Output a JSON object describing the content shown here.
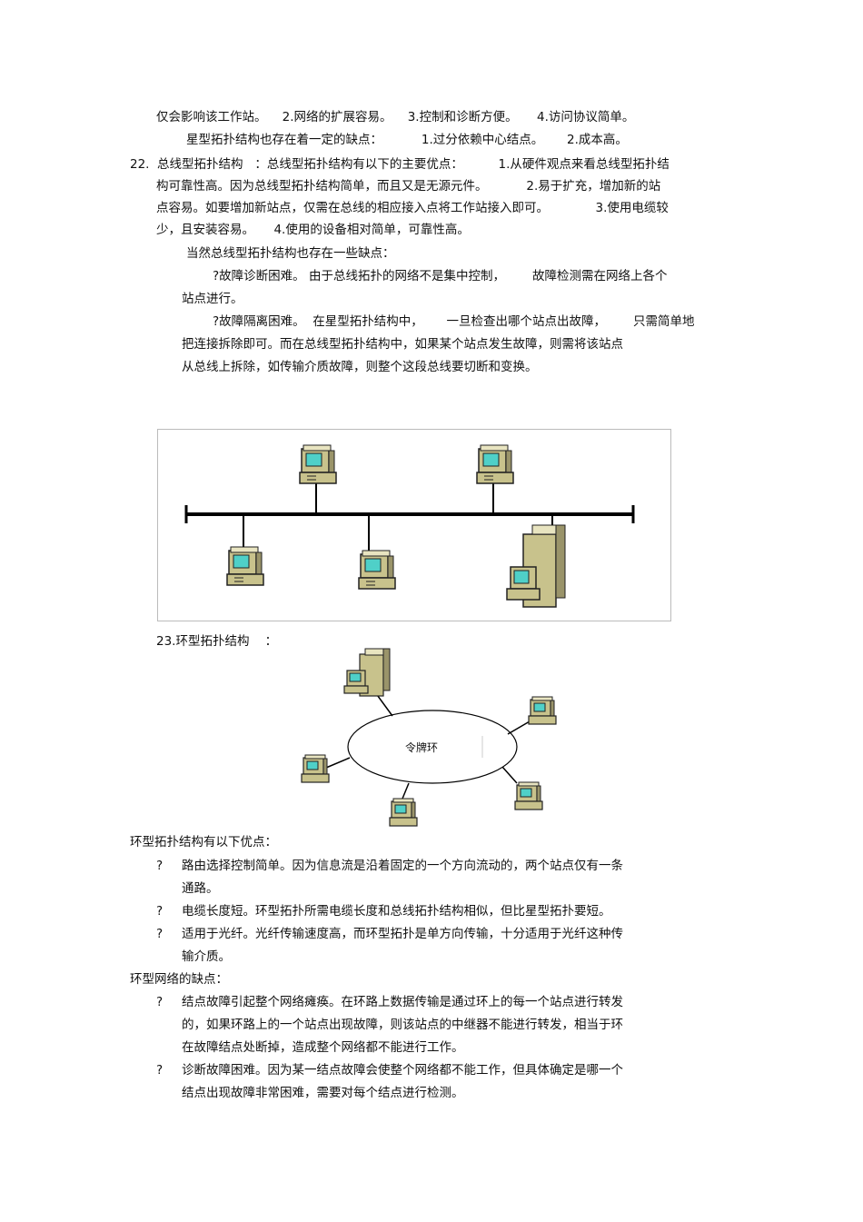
{
  "lines": [
    "仅会影响该工作站。    2.网络的扩展容易。    3.控制和诊断方便。     4.访问协议简单。",
    "星型拓扑结构也存在着一定的缺点：          1.过分依赖中心结点。      2.成本高。",
    "22.  总线型拓扑结构   ：总线型拓扑结构有以下的主要优点：         1.从硬件观点来看总线型拓扑结",
    "构可靠性高。因为总线型拓扑结构简单，而且又是无源元件。          2.易于扩充，增加新的站",
    "点容易。如要增加新站点，仅需在总线的相应接入点将工作站接入即可。            3.使用电缆较",
    "少，且安装容易。     4.使用的设备相对简单，可靠性高。",
    "当然总线型拓扑结构也存在一些缺点：",
    "?故障诊断困难。 由于总线拓扑的网络不是集中控制，       故障检测需在网络上各个",
    "站点进行。",
    "?故障隔离困难。  在星型拓扑结构中，      一旦检查出哪个站点出故障，       只需简单地",
    "把连接拆除即可。而在总线型拓扑结构中，如果某个站点发生故障，则需将该站点",
    "从总线上拆除，如传输介质故障，则整个这段总线要切断和变换。",
    "23.环型拓扑结构    ：",
    "环型拓扑结构有以下优点：",
    "?",
    "路由选择控制简单。因为信息流是沿着固定的一个方向流动的，两个站点仅有一条",
    "通路。",
    "?",
    "电缆长度短。环型拓扑所需电缆长度和总线拓扑结构相似，但比星型拓扑要短。",
    "?",
    "适用于光纤。光纤传输速度高，而环型拓扑是单方向传输，十分适用于光纤这种传",
    "输介质。",
    "环型网络的缺点：",
    "?",
    "结点故障引起整个网络瘫痪。在环路上数据传输是通过环上的每一个站点进行转发",
    "的，如果环路上的一个站点出现故障，则该站点的中继器不能进行转发，相当于环",
    "在故障结点处断掉，造成整个网络都不能进行工作。",
    "?",
    "诊断故障困难。因为某一结点故障会使整个网络都不能工作，但具体确定是哪一个",
    "结点出现故障非常困难，需要对每个结点进行检测。"
  ],
  "ring_label": "令牌环"
}
